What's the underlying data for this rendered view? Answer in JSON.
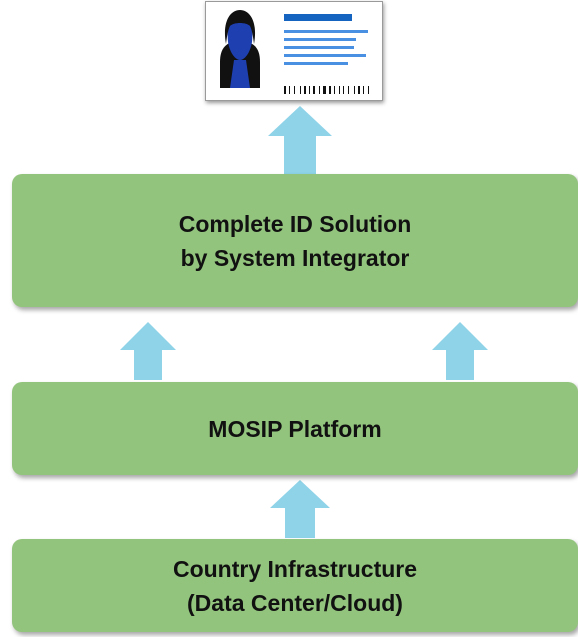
{
  "diagram": {
    "layers": [
      {
        "id": "complete-id-solution",
        "lines": [
          "Complete ID Solution",
          "by System Integrator"
        ]
      },
      {
        "id": "mosip-platform",
        "lines": [
          "MOSIP Platform"
        ]
      },
      {
        "id": "country-infrastructure",
        "lines": [
          "Country Infrastructure",
          "(Data Center/Cloud)"
        ]
      }
    ],
    "id_card": {
      "icon": "id-card-icon"
    },
    "colors": {
      "layer_fill": "#93c47d",
      "arrow_fill": "#8ed3e8",
      "card_accent": "#1565c0"
    }
  }
}
